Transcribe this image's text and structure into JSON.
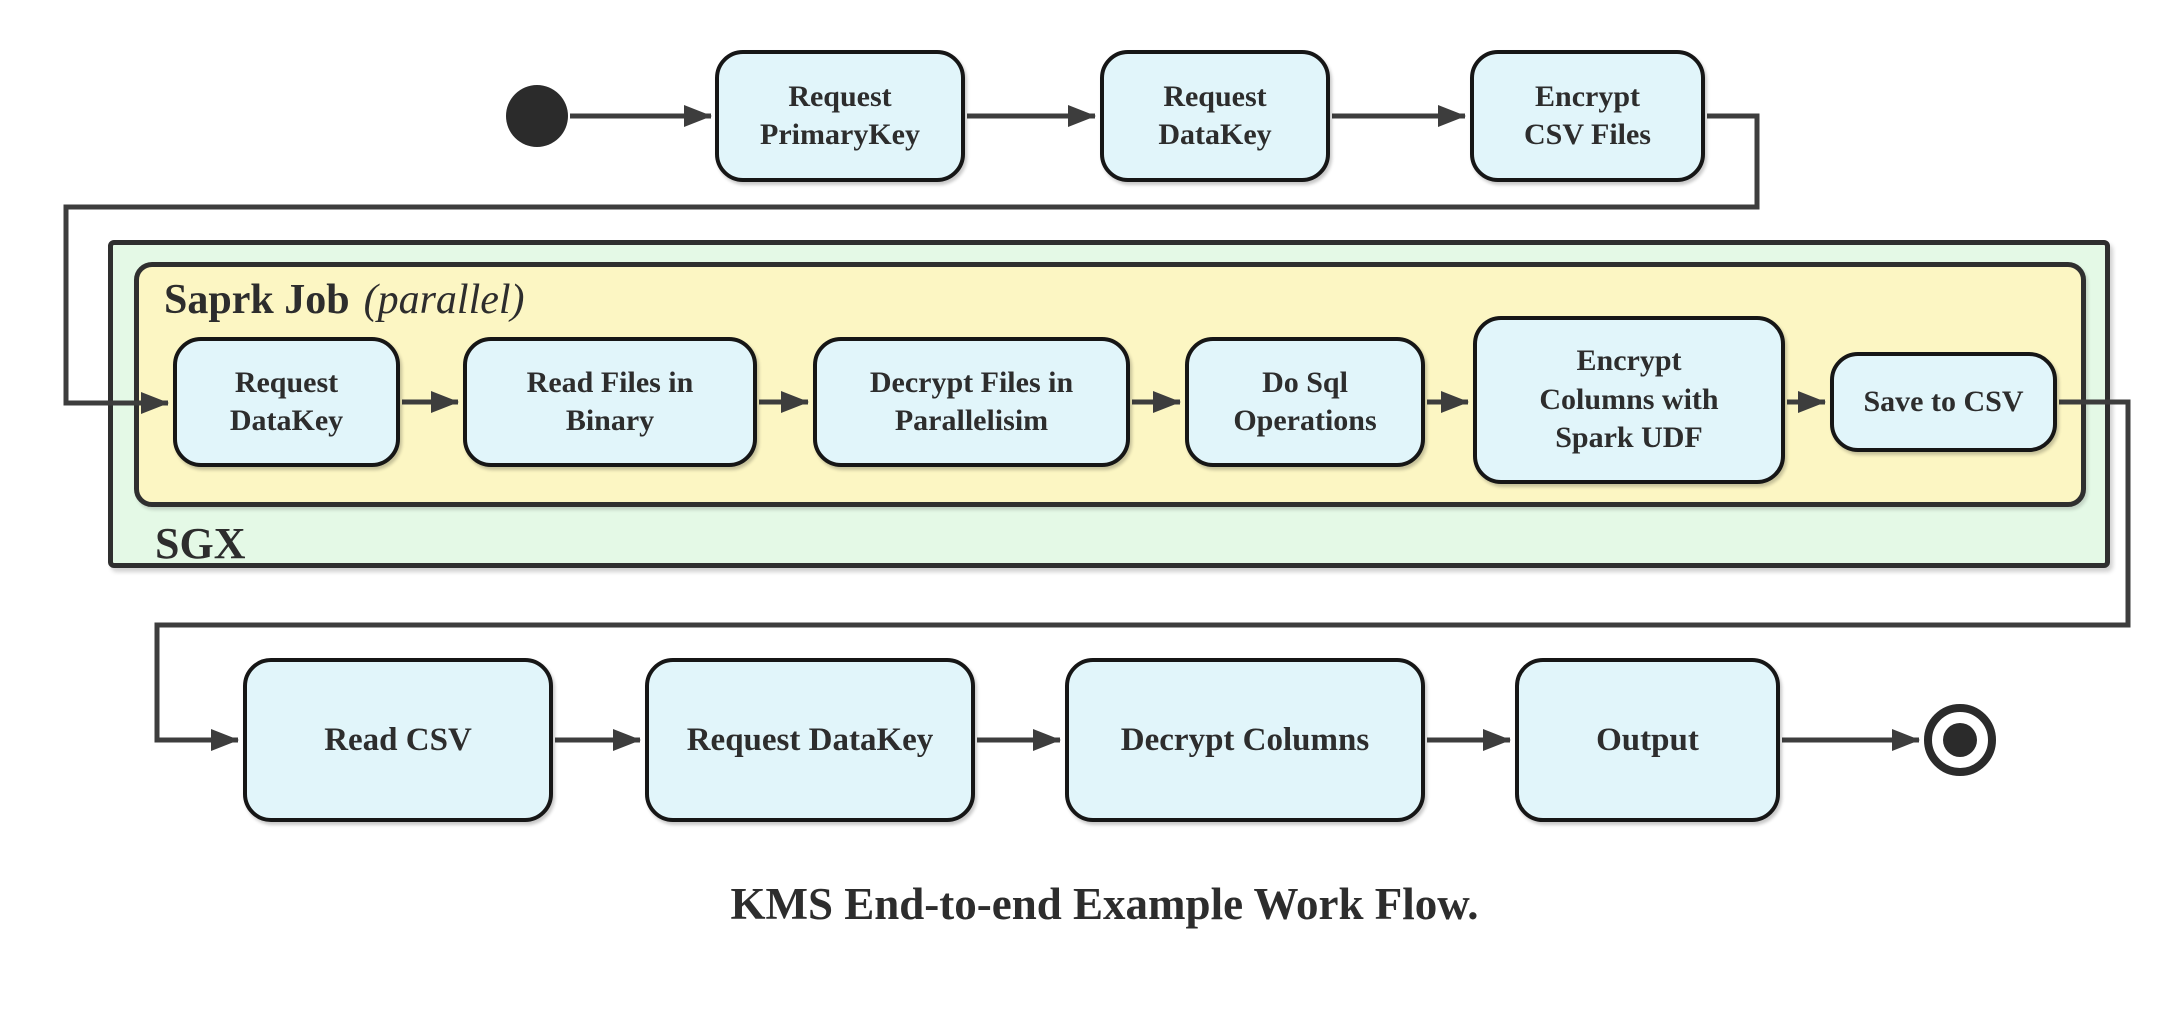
{
  "diagram": {
    "title": "KMS End-to-end Example Work Flow.",
    "start_node_icon": "filled-circle",
    "end_node_icon": "bullseye-circle",
    "colors": {
      "node_fill": "#e1f5fa",
      "node_border": "#161616",
      "sgx_container_fill": "#e4f9e6",
      "spark_container_fill": "#fcf6c3",
      "container_border": "#2f2f2f",
      "connector": "#3d3d3d",
      "text": "#2d2d2d",
      "background": "#ffffff"
    },
    "top_nodes": [
      {
        "label": "Request\nPrimaryKey"
      },
      {
        "label": "Request\nDataKey"
      },
      {
        "label": "Encrypt\nCSV Files"
      }
    ],
    "sgx_container": {
      "label": "SGX"
    },
    "spark_container": {
      "label_bold": "Saprk Job",
      "label_italic": "(parallel)"
    },
    "middle_nodes": [
      {
        "label": "Request\nDataKey"
      },
      {
        "label": "Read Files in\nBinary"
      },
      {
        "label": "Decrypt Files in\nParallelisim"
      },
      {
        "label": "Do Sql\nOperations"
      },
      {
        "label": "Encrypt\nColumns with\nSpark UDF"
      },
      {
        "label": "Save to CSV"
      }
    ],
    "bottom_nodes": [
      {
        "label": "Read CSV"
      },
      {
        "label": "Request DataKey"
      },
      {
        "label": "Decrypt Columns"
      },
      {
        "label": "Output"
      }
    ]
  }
}
